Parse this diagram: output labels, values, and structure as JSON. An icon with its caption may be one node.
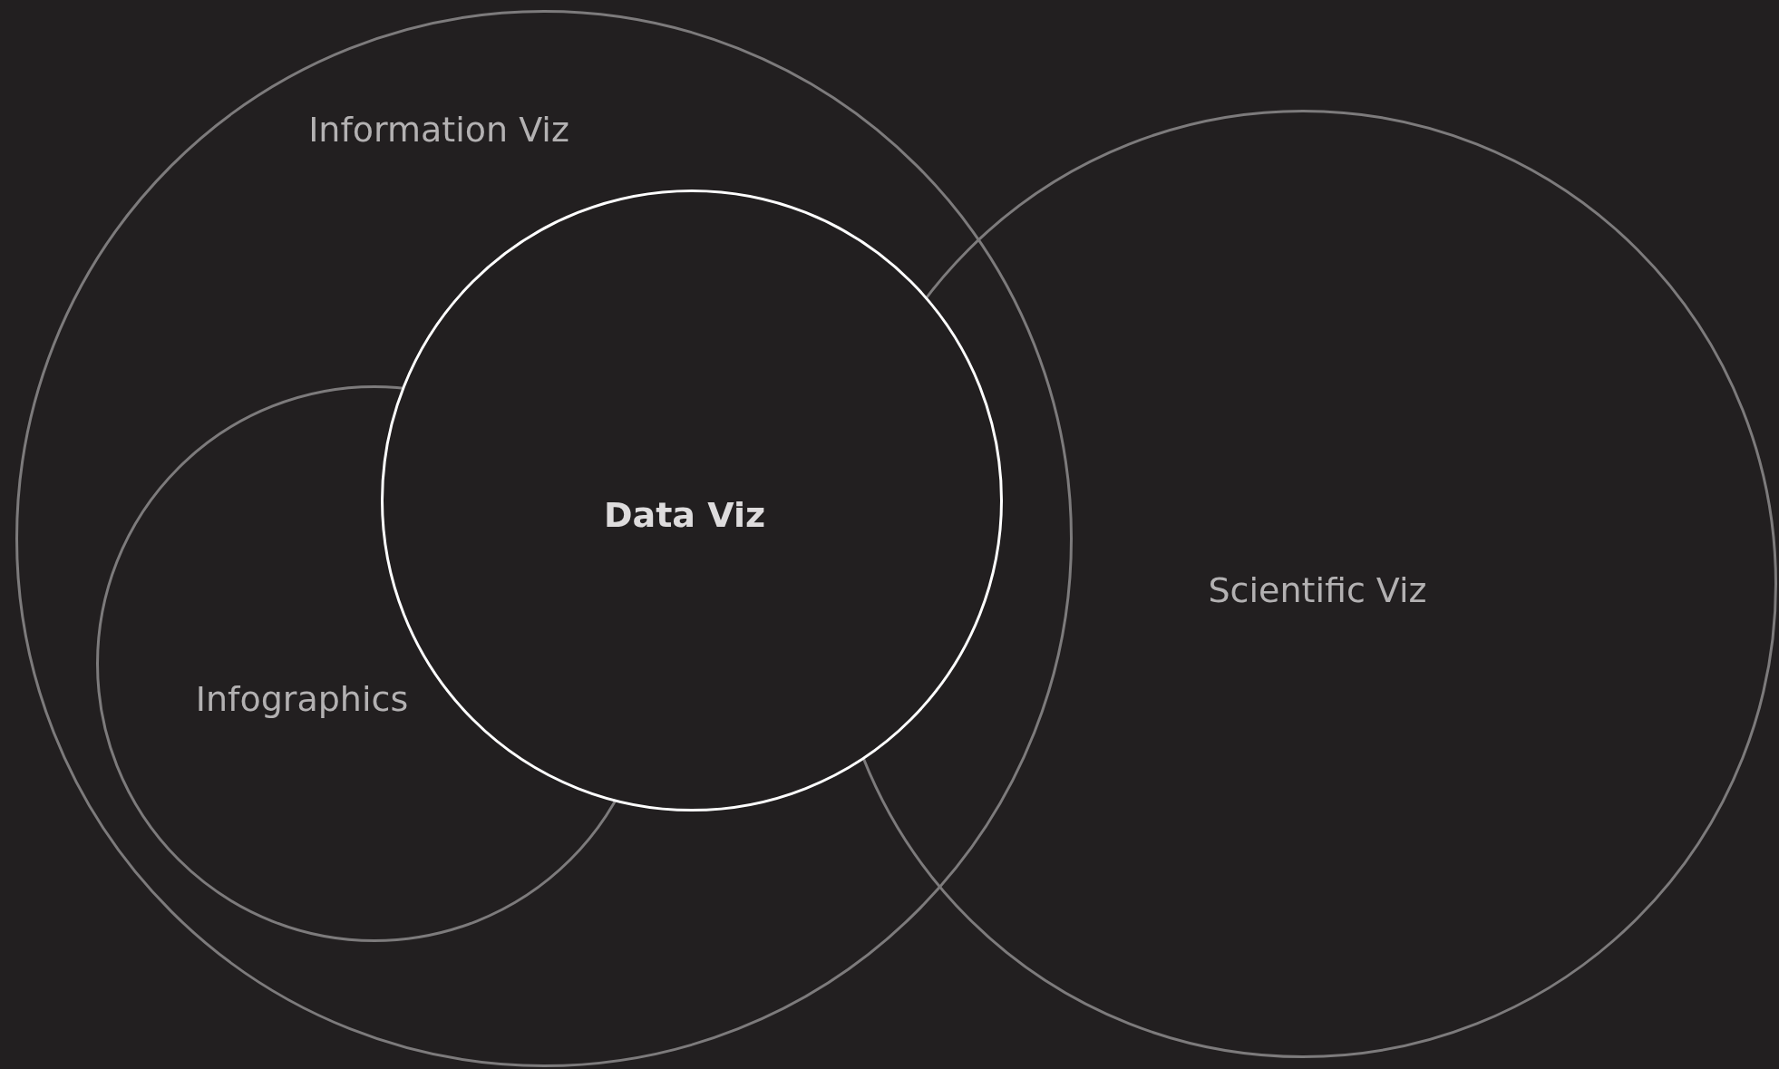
{
  "diagram": {
    "nodes": [
      {
        "text": [
          "Information Viz"
        ]
      },
      {
        "text": [
          "Infographics"
        ],
        "in": 0
      },
      {
        "text": [
          "Data Viz"
        ],
        "in": 0
      },
      {
        "text": [
          "Scientific Viz"
        ]
      }
    ],
    "edges": []
  }
}
